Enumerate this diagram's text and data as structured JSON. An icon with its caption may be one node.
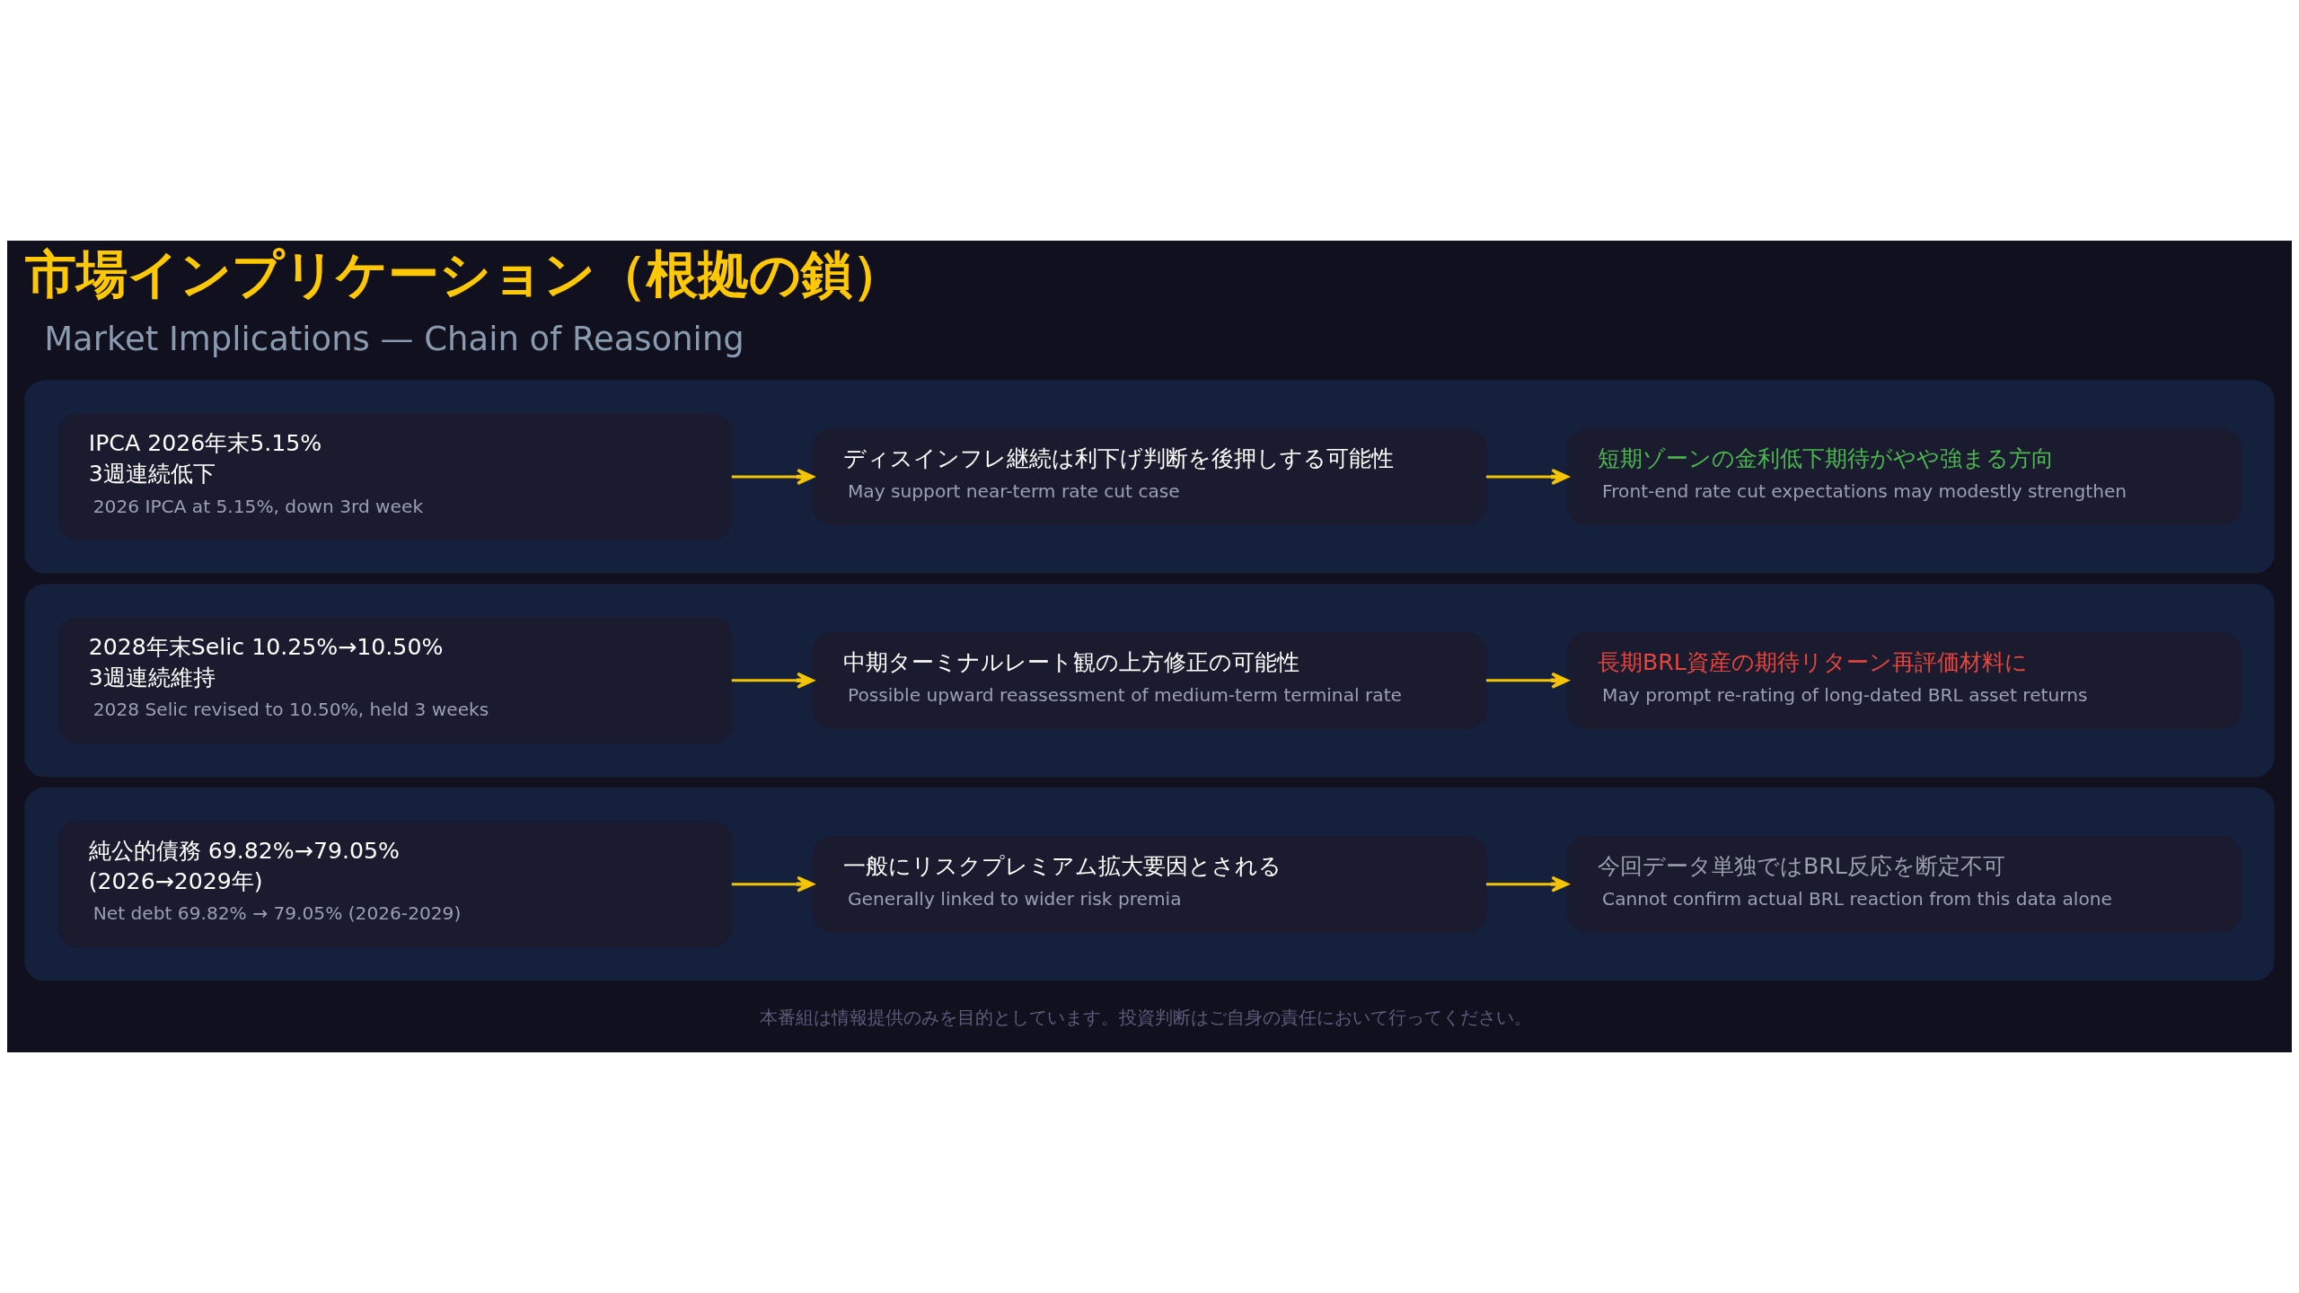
{
  "diagram": {
    "title": "市場インプリケーション（根拠の鎖）",
    "caption": "本番組は情報提供のみを目的としています。投資判断はご自身の責任において行ってください。",
    "nodes": [
      {
        "text": [],
        "shape": "box"
      },
      {
        "text": [
          "IPCA 2026年末5.15%",
          "3週連続低下",
          "2026 IPCA at 5.15%, down 3rd week"
        ],
        "in": 0
      },
      {
        "text": [
          "ディスインフレ継続は利下げ判断を後押しする可能性",
          "May support near-term rate cut case"
        ],
        "in": 0
      },
      {
        "text": [
          "短期ゾーンの金利低下期待がやや強まる方向",
          "Front-end rate cut expectations may modestly strengthen"
        ],
        "in": 0
      },
      {
        "text": [],
        "shape": "box"
      },
      {
        "text": [
          "2028年末Selic 10.25%→10.50%",
          "3週連続維持",
          "2028 Selic revised to 10.50%, held 3 weeks"
        ],
        "in": 4
      },
      {
        "text": [
          "中期ターミナルレート観の上方修正の可能性",
          "Possible upward reassessment of medium-term terminal rate"
        ],
        "in": 4
      },
      {
        "text": [
          "長期BRL資産の期待リターン再評価材料に",
          "May prompt re-rating of long-dated BRL asset returns"
        ],
        "in": 4
      },
      {
        "text": [],
        "shape": "box"
      },
      {
        "text": [
          "純公的債務 69.82%→79.05%",
          "(2026→2029年)",
          "Net debt 69.82% → 79.05% (2026-2029)"
        ],
        "in": 8
      },
      {
        "text": [
          "一般にリスクプレミアム拡大要因とされる",
          "Generally linked to wider risk premia"
        ],
        "in": 8
      },
      {
        "text": [
          "今回データ単独ではBRL反応を断定不可",
          "Cannot confirm actual BRL reaction from this data alone"
        ],
        "in": 8
      }
    ],
    "edges": [
      {
        "from": 1,
        "to": 2,
        "arrow": "to"
      },
      {
        "from": 2,
        "to": 3,
        "arrow": "to"
      },
      {
        "from": 5,
        "to": 6,
        "arrow": "to"
      },
      {
        "from": 6,
        "to": 7,
        "arrow": "to"
      },
      {
        "from": 9,
        "to": 10,
        "arrow": "to"
      },
      {
        "from": 10,
        "to": 11,
        "arrow": "to"
      }
    ],
    "labels": [
      "Market Implications — Chain of Reasoning"
    ]
  }
}
